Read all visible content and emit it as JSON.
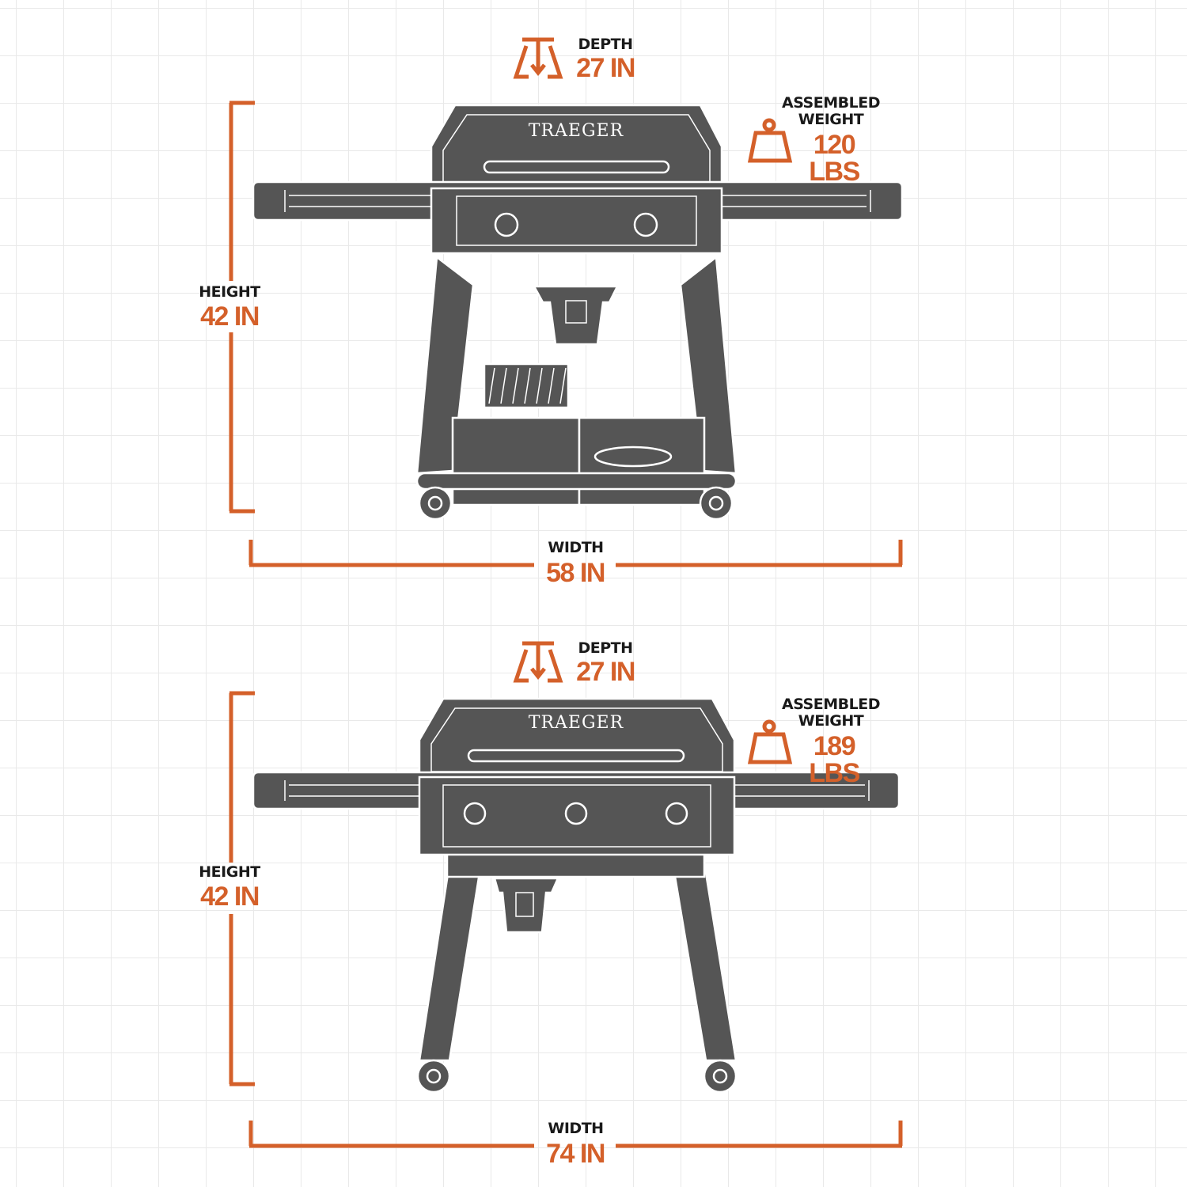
{
  "accent_color": "#d4602a",
  "grill_color": "#555555",
  "panels": [
    {
      "brand": "TRAEGER",
      "depth": {
        "label": "DEPTH",
        "value": "27 IN"
      },
      "weight": {
        "label_line1": "ASSEMBLED",
        "label_line2": "WEIGHT",
        "value": "120 LBS"
      },
      "height": {
        "label": "HEIGHT",
        "value": "42 IN"
      },
      "width": {
        "label": "WIDTH",
        "value": "58 IN"
      },
      "knob_count": 2
    },
    {
      "brand": "TRAEGER",
      "depth": {
        "label": "DEPTH",
        "value": "27 IN"
      },
      "weight": {
        "label_line1": "ASSEMBLED",
        "label_line2": "WEIGHT",
        "value": "189 LBS"
      },
      "height": {
        "label": "HEIGHT",
        "value": "42 IN"
      },
      "width": {
        "label": "WIDTH",
        "value": "74 IN"
      },
      "knob_count": 3
    }
  ]
}
